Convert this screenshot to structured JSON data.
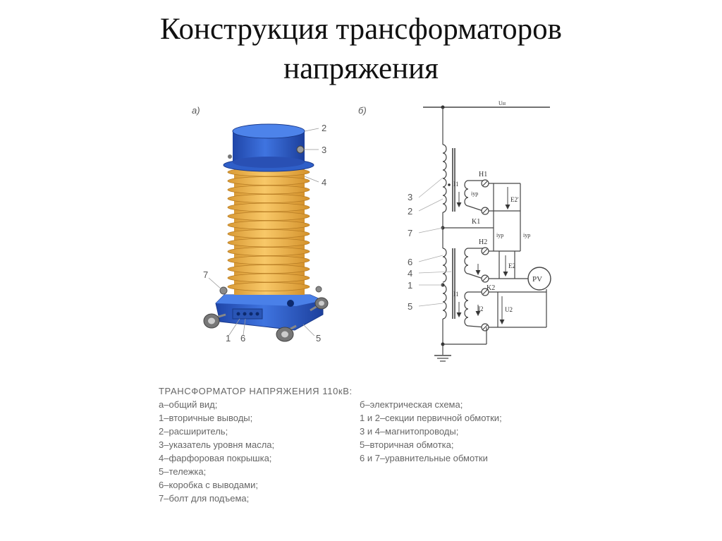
{
  "title": {
    "line1": "Конструкция трансформаторов",
    "line2": "напряжения"
  },
  "figure_a": {
    "label": "а)",
    "callouts": [
      "2",
      "3",
      "4",
      "7",
      "1",
      "6",
      "5"
    ]
  },
  "figure_b": {
    "label": "б)",
    "bus_label": "Uн",
    "callouts": [
      "3",
      "2",
      "7",
      "6",
      "4",
      "1",
      "5"
    ],
    "terminals": [
      "H1",
      "K1",
      "H2",
      "K2"
    ],
    "quantities": [
      "I1",
      "iур",
      "E2'",
      "iур",
      "iур",
      "E2",
      "I1",
      "I2",
      "U2"
    ],
    "meter": "PV"
  },
  "caption": {
    "heading": "ТРАНСФОРМАТОР НАПРЯЖЕНИЯ 110кВ:",
    "left": [
      "а–общий вид;",
      "1–вторичные выводы;",
      "2–расширитель;",
      "3–указатель уровня масла;",
      "4–фарфоровая покрышка;",
      "5–тележка;",
      "6–коробка с выводами;",
      "7–болт для подъема;"
    ],
    "right": [
      "б–электрическая схема;",
      "1 и 2–секции первичной обмотки;",
      "3 и 4–магнитопроводы;",
      "5–вторичная обмотка;",
      "6 и 7–уравнительные обмотки"
    ]
  },
  "colors": {
    "tank_blue": "#2f5fc8",
    "porcelain": "#f0b84e",
    "wire": "#555555"
  }
}
